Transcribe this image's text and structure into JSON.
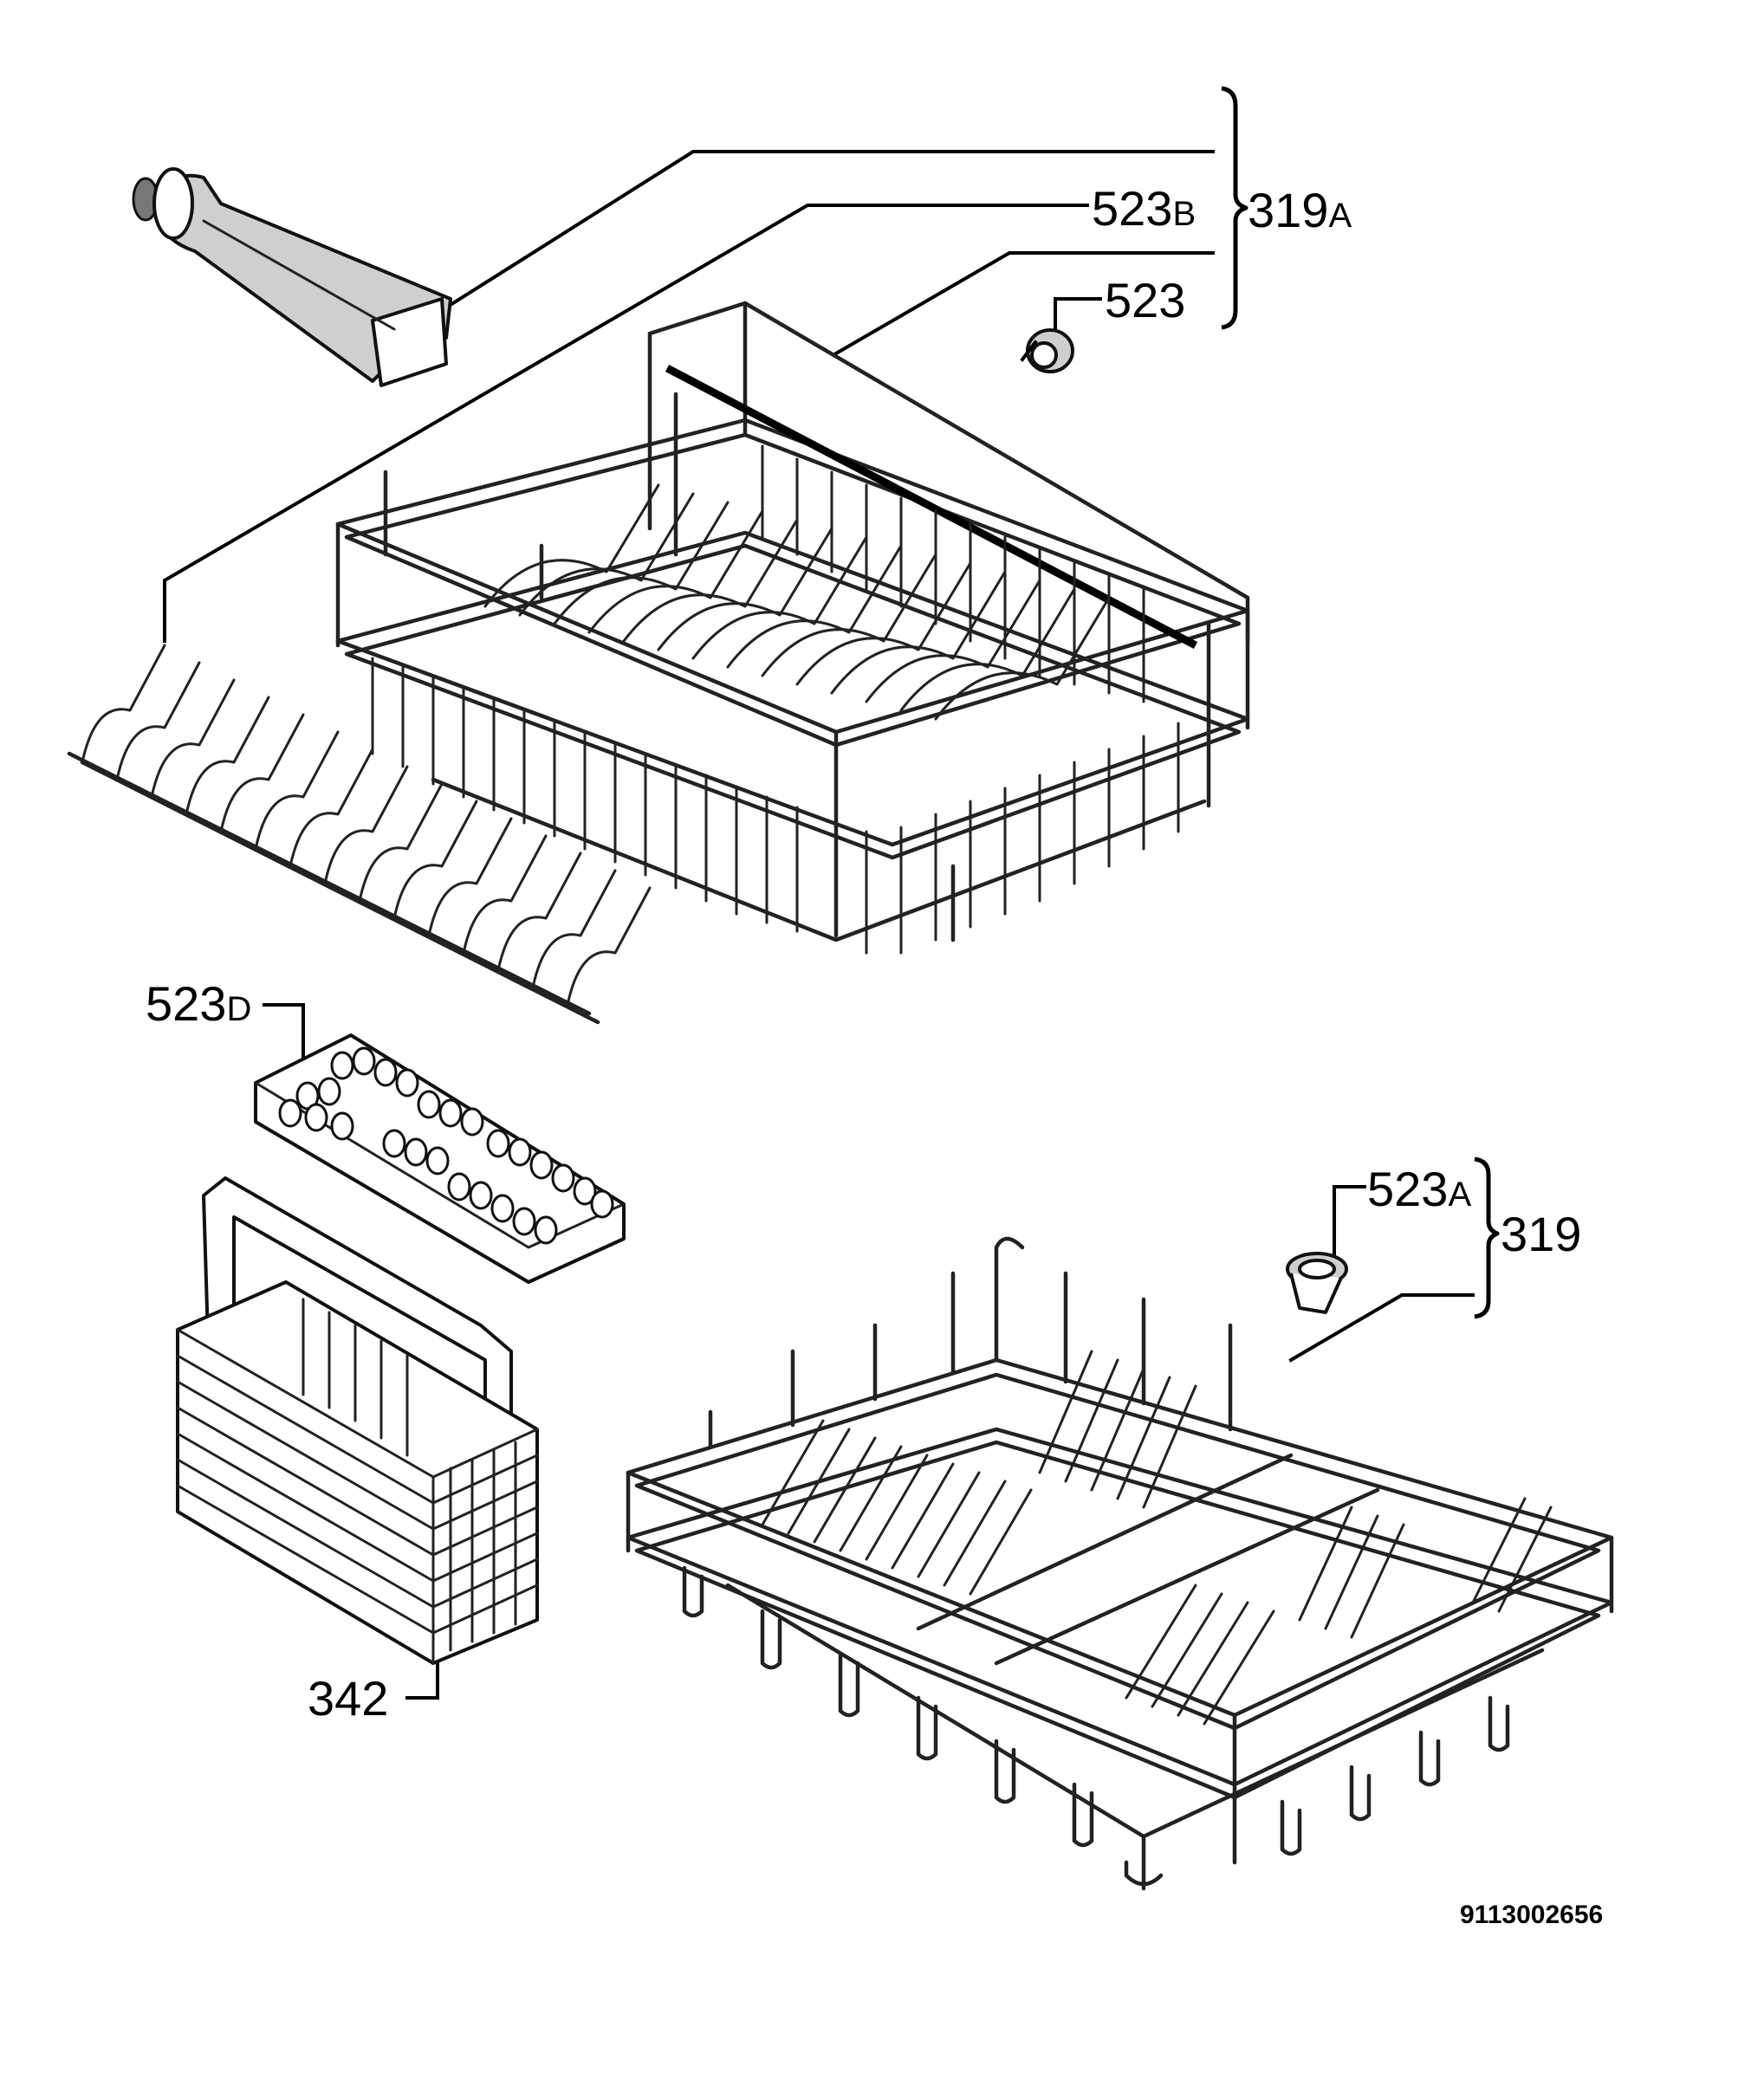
{
  "parts": {
    "p319a": {
      "main": "319",
      "suffix": "A"
    },
    "p523b": {
      "main": "523",
      "suffix": "B"
    },
    "p523": {
      "main": "523"
    },
    "p523d": {
      "main": "523",
      "suffix": "D"
    },
    "p523a": {
      "main": "523",
      "suffix": "A"
    },
    "p319": {
      "main": "319"
    },
    "p342": {
      "main": "342"
    }
  },
  "drawing_number": "9113002656"
}
